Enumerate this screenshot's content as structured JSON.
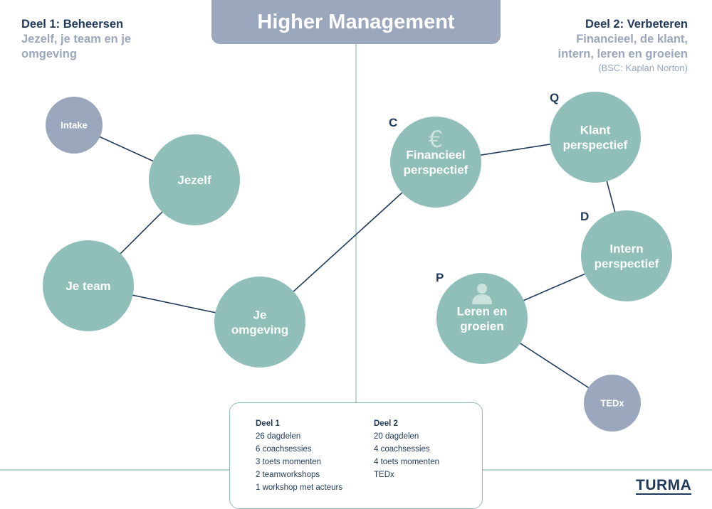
{
  "title": "Higher Management",
  "part1": {
    "label": "Deel 1: Beheersen",
    "subtitle": "Jezelf, je team en je omgeving"
  },
  "part2": {
    "label": "Deel 2: Verbeteren",
    "subtitle": "Financieel, de klant, intern, leren en groeien",
    "note": "(BSC: Kaplan Norton)"
  },
  "nodes": {
    "intake": {
      "lines": [
        "Intake"
      ],
      "color": "#9aa7bc"
    },
    "jezelf": {
      "lines": [
        "Jezelf"
      ],
      "color": "#8fbfb8"
    },
    "je_team": {
      "lines": [
        "Je team"
      ],
      "color": "#8fbfb8"
    },
    "je_omgeving": {
      "lines": [
        "Je",
        "omgeving"
      ],
      "color": "#8fbfb8"
    },
    "financieel": {
      "lines": [
        "Financieel",
        "perspectief"
      ],
      "color": "#8fbfb8",
      "letter": "C",
      "icon": "euro-icon"
    },
    "klant": {
      "lines": [
        "Klant",
        "perspectief"
      ],
      "color": "#8fbfb8",
      "letter": "Q"
    },
    "intern": {
      "lines": [
        "Intern",
        "perspectief"
      ],
      "color": "#8fbfb8",
      "letter": "D"
    },
    "leren": {
      "lines": [
        "Leren en",
        "groeien"
      ],
      "color": "#8fbfb8",
      "letter": "P",
      "icon": "person-icon"
    },
    "tedx": {
      "lines": [
        "TEDx"
      ],
      "color": "#9aa7bc"
    }
  },
  "edges": [
    [
      "intake",
      "jezelf"
    ],
    [
      "jezelf",
      "je_team"
    ],
    [
      "je_team",
      "je_omgeving"
    ],
    [
      "je_omgeving",
      "financieel"
    ],
    [
      "financieel",
      "klant"
    ],
    [
      "klant",
      "intern"
    ],
    [
      "intern",
      "leren"
    ],
    [
      "leren",
      "tedx"
    ]
  ],
  "info": {
    "deel1": {
      "heading": "Deel 1",
      "items": [
        "26 dagdelen",
        "6 coachsessies",
        "3 toets momenten",
        "2 teamworkshops",
        "1 workshop met acteurs"
      ]
    },
    "deel2": {
      "heading": "Deel 2",
      "items": [
        "20 dagdelen",
        "4 coachsessies",
        "4 toets momenten",
        "TEDx"
      ]
    }
  },
  "logo": "TURMA",
  "colors": {
    "teal": "#8fbfb8",
    "slate": "#9aa7bc",
    "navy": "#1f3a5a"
  }
}
